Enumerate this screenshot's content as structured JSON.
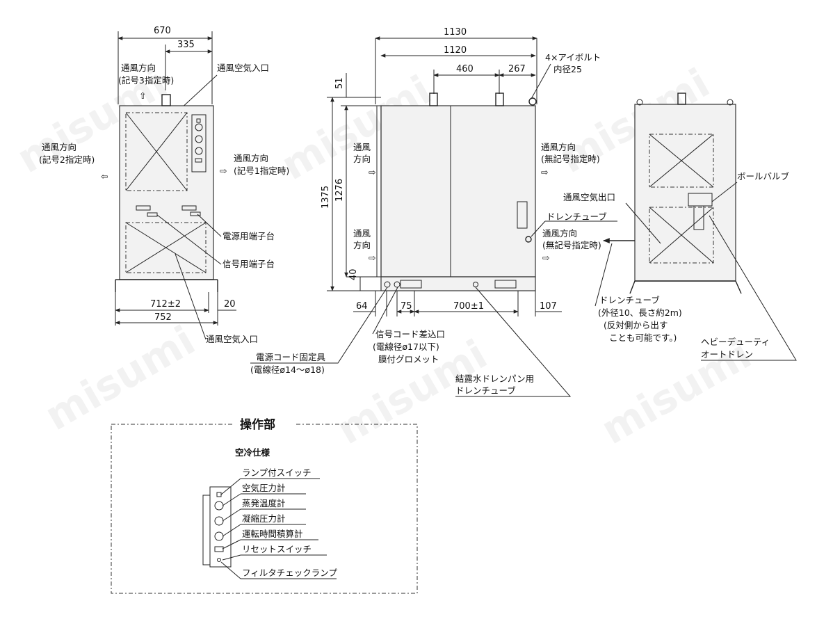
{
  "watermark": "misumi",
  "front_view": {
    "dims": {
      "width": "670",
      "half": "335",
      "base_inner": "712±2",
      "base_outer": "752",
      "foot": "20"
    },
    "labels": {
      "airflow_top_1": "通風方向",
      "airflow_top_2": "(記号3指定時)",
      "air_inlet_top": "通風空気入口",
      "airflow_left_1": "通風方向",
      "airflow_left_2": "(記号2指定時)",
      "airflow_right_1": "通風方向",
      "airflow_right_2": "(記号1指定時)",
      "power_terminal": "電源用端子台",
      "signal_terminal": "信号用端子台",
      "air_inlet_bottom": "通風空気入口"
    }
  },
  "side_view": {
    "dims": {
      "total_width": "1130",
      "width": "1120",
      "bolt_span": "460",
      "bolt_edge": "267",
      "top": "51",
      "height_total": "1375",
      "height": "1276",
      "base": "40",
      "left_offset": "64",
      "cord_offset": "75",
      "drain_span": "700±1",
      "right_offset": "107"
    },
    "labels": {
      "eyebolt_1": "4×アイボルト",
      "eyebolt_2": "内径25",
      "airflow_upper_1": "通風",
      "airflow_upper_2": "方向",
      "airflow_lower_1": "通風",
      "airflow_lower_2": "方向",
      "airflow_right_1": "通風方向",
      "airflow_right_2": "(無記号指定時)",
      "drain_tube": "ドレンチューブ",
      "signal_inlet_1": "信号コード差込口",
      "signal_inlet_2": "(電線径ø17以下)",
      "signal_inlet_3": "膜付グロメット",
      "cord_fixture_1": "電源コード固定具",
      "cord_fixture_2": "(電線径ø14～ø18)",
      "pan_drain_1": "結露水ドレンパン用",
      "pan_drain_2": "ドレンチューブ"
    }
  },
  "rear_view": {
    "labels": {
      "ball_valve": "ボールバルブ",
      "air_outlet": "通風空気出口",
      "airflow_1": "通風方向",
      "airflow_2": "(無記号指定時)",
      "drain_tube_1": "ドレンチューブ",
      "drain_tube_2": "(外径10、長さ約2m)",
      "drain_tube_3": "(反対側から出す",
      "drain_tube_4": "ことも可能です。)",
      "heavy_duty_1": "ヘビーデューティ",
      "heavy_duty_2": "オートドレン"
    }
  },
  "operation_panel": {
    "title": "操作部",
    "subtitle": "空冷仕様",
    "items": [
      "ランプ付スイッチ",
      "空気圧力計",
      "蒸発温度計",
      "凝縮圧力計",
      "運転時間積算計",
      "リセットスイッチ",
      "フィルタチェックランプ"
    ]
  }
}
